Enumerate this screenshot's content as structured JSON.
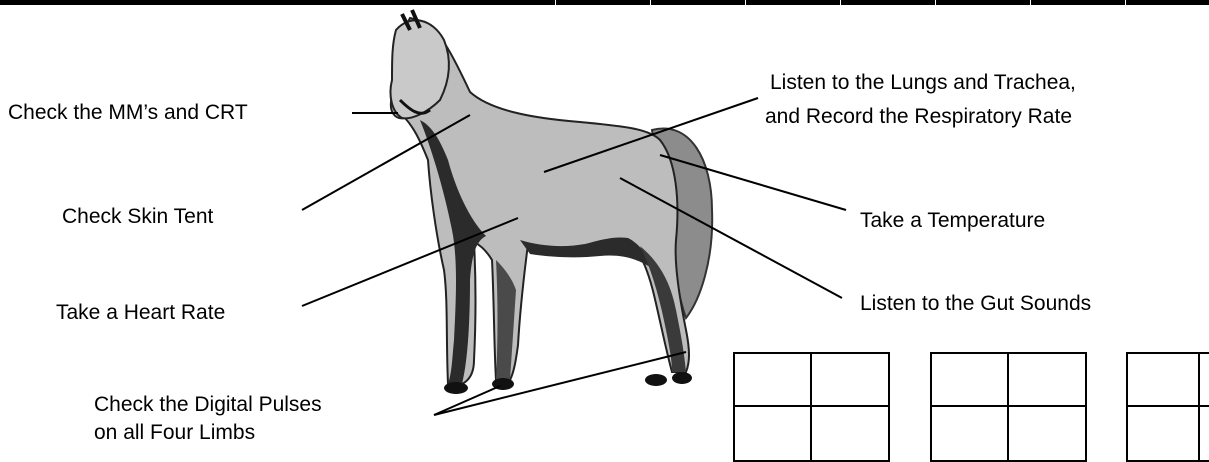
{
  "diagram": {
    "labels": {
      "mm_crt": "Check the MM’s and CRT",
      "skin_tent": "Check Skin Tent",
      "heart_rate": "Take a Heart Rate",
      "digital_pulses_line1": "Check the Digital Pulses",
      "digital_pulses_line2": "on all Four Limbs",
      "lungs_line1": "Listen to the Lungs and Trachea,",
      "lungs_line2": "and Record the Respiratory Rate",
      "temperature": "Take a Temperature",
      "gut_sounds": "Listen to the Gut Sounds"
    },
    "image": {
      "subject": "horse",
      "icon": "horse-illustration"
    },
    "colors": {
      "ink": "#000000",
      "horse_body": "#bdbdbd",
      "horse_dark": "#2b2b2b",
      "tail": "#8c8c8c"
    }
  }
}
